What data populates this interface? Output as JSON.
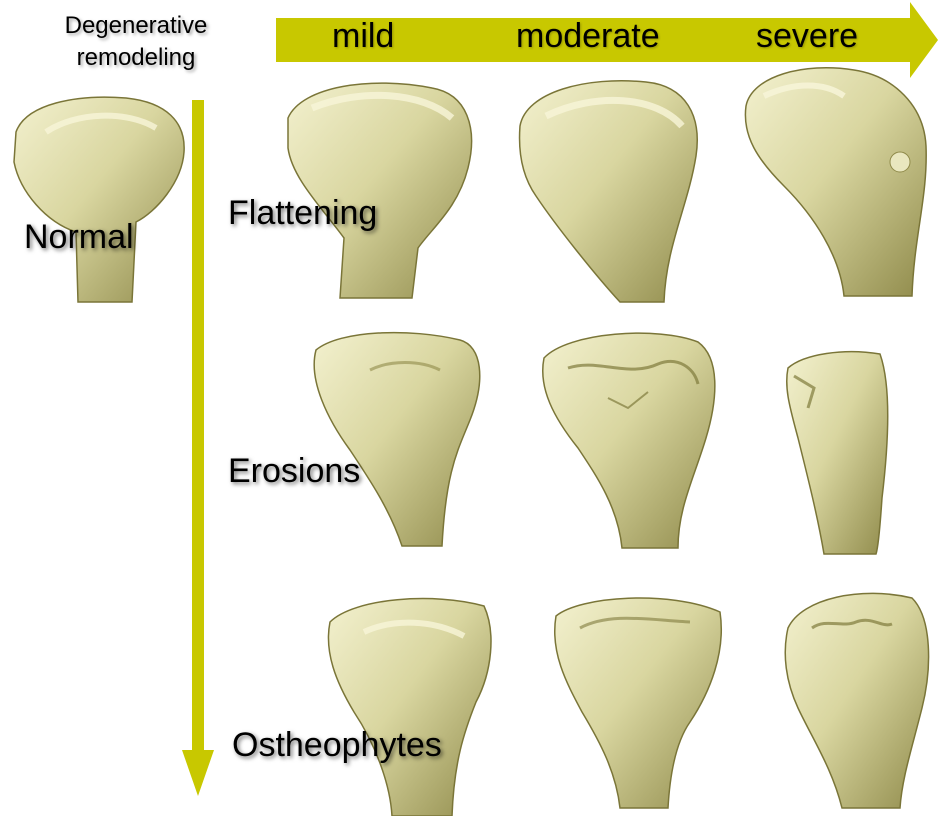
{
  "header": {
    "corner_label_line1": "Degenerative",
    "corner_label_line2": "remodeling",
    "columns": [
      "mild",
      "moderate",
      "severe"
    ]
  },
  "rows": {
    "normal": "Normal",
    "flattening": "Flattening",
    "erosions": "Erosions",
    "ostheophytes": "Ostheophytes"
  },
  "colors": {
    "arrow": "#c8c800",
    "bone_fill": "#d9d6a0",
    "bone_shadow": "#8f8a4a",
    "bone_highlight": "#f3f1cf"
  },
  "icons": {
    "progression_arrow": "horizontal-arrow-icon",
    "rows_arrow": "vertical-arrow-icon"
  }
}
